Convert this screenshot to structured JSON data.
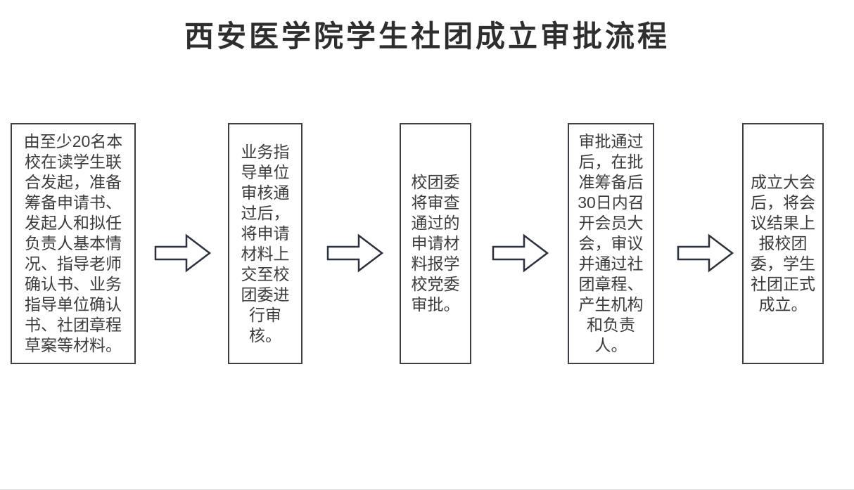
{
  "title": "西安医学院学生社团成立审批流程",
  "flow": {
    "steps": [
      {
        "name": "step-1-prepare-materials",
        "text": "由至少20名本\n校在读学生联\n合发起，准备\n筹备申请书、\n发起人和拟任\n负责人基本情\n况、指导老师\n确认书、业务\n指导单位确认\n书、社团章程\n草案等材料。"
      },
      {
        "name": "step-2-unit-review",
        "text": "业务指\n导单位\n审核通\n过后，\n将申请\n材料上\n交至校\n团委进\n行审\n核。"
      },
      {
        "name": "step-3-committee-report",
        "text": "校团委\n将审查\n通过的\n申请材\n料报学\n校党委\n审批。"
      },
      {
        "name": "step-4-member-assembly",
        "text": "审批通过\n后，在批\n准筹备后\n30日内召\n开会员大\n会，审议\n并通过社\n团章程、\n产生机构\n和负责\n人。"
      },
      {
        "name": "step-5-official-establishment",
        "text": "成立大会\n后，将会\n议结果上\n报校团\n委，学生\n社团正式\n成立。"
      }
    ],
    "arrows": [
      {
        "icon": "right-block-arrow"
      },
      {
        "icon": "right-block-arrow"
      },
      {
        "icon": "right-block-arrow"
      },
      {
        "icon": "right-block-arrow"
      }
    ]
  },
  "colors": {
    "background": "#ffffff",
    "title_text": "#2e2e2e",
    "box_border": "#3e3e46",
    "box_text": "#3c3c3c",
    "arrow_stroke": "#2c303a",
    "arrow_fill": "#ffffff"
  }
}
